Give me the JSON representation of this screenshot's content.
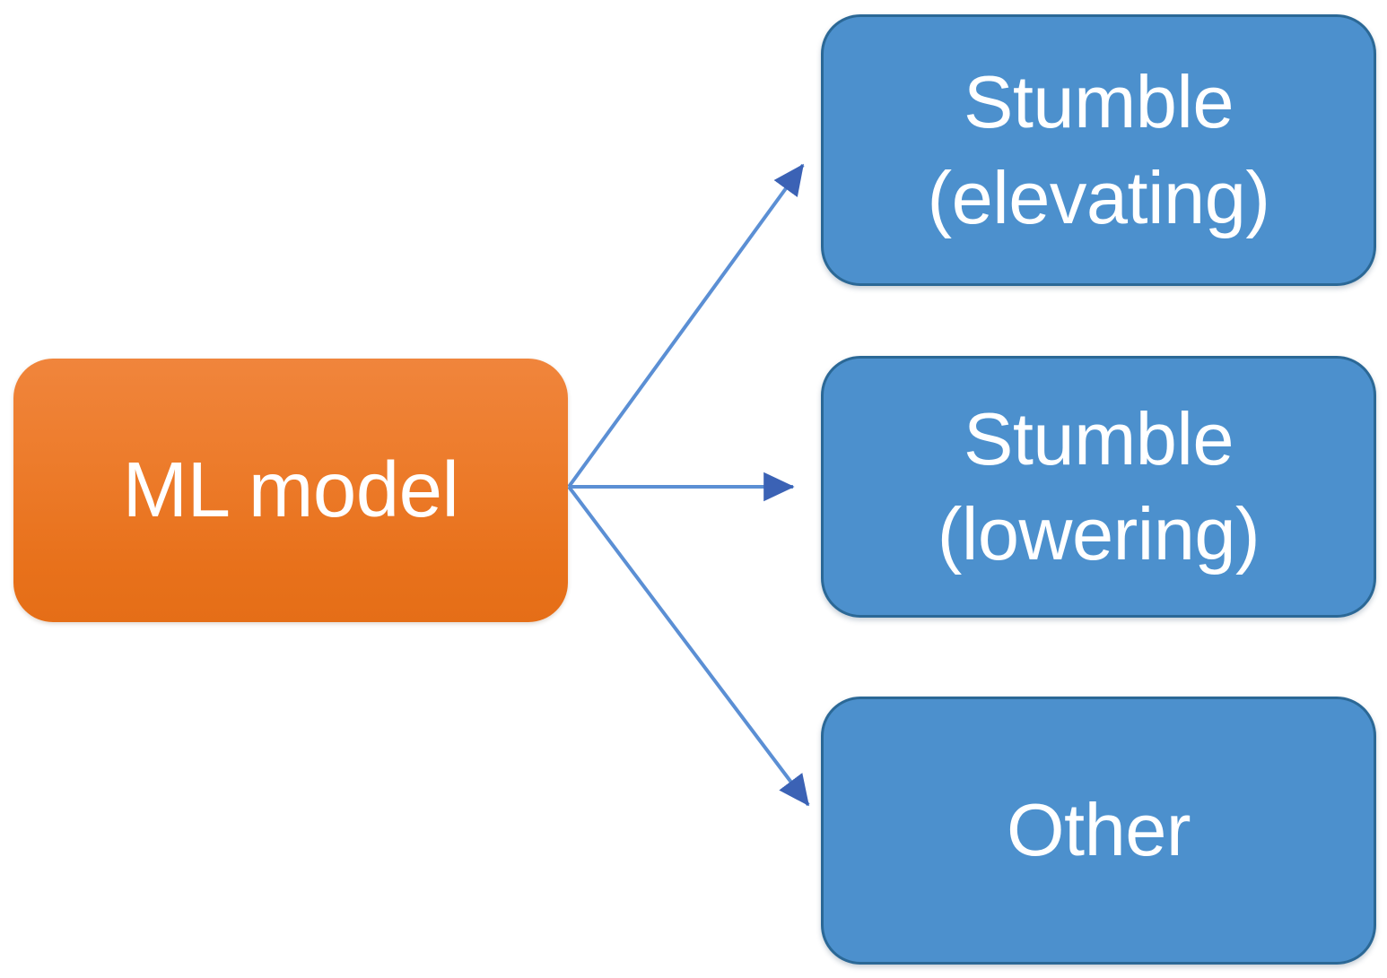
{
  "diagram": {
    "type": "flowchart",
    "orientation": "left-to-right",
    "background_color": "#FFFFFF",
    "source": {
      "id": "ml-model",
      "label": "ML model",
      "fill_color": "#ED7C2C",
      "text_color": "#FFFFFF",
      "shape": "rounded-rectangle"
    },
    "targets": [
      {
        "id": "stumble-elevating",
        "line1": "Stumble",
        "line2": "(elevating)",
        "fill_color": "#4C90CD",
        "border_color": "#2B6896",
        "text_color": "#FFFFFF",
        "shape": "rounded-rectangle"
      },
      {
        "id": "stumble-lowering",
        "line1": "Stumble",
        "line2": "(lowering)",
        "fill_color": "#4C90CD",
        "border_color": "#2B6896",
        "text_color": "#FFFFFF",
        "shape": "rounded-rectangle"
      },
      {
        "id": "other",
        "line1": "Other",
        "line2": "",
        "fill_color": "#4C90CD",
        "border_color": "#2B6896",
        "text_color": "#FFFFFF",
        "shape": "rounded-rectangle"
      }
    ],
    "edges": [
      {
        "id": "edge-to-elevating",
        "from": "ml-model",
        "to": "stumble-elevating",
        "line_color": "#5B8FD4",
        "arrowhead_color": "#3B62B5"
      },
      {
        "id": "edge-to-lowering",
        "from": "ml-model",
        "to": "stumble-lowering",
        "line_color": "#5B8FD4",
        "arrowhead_color": "#3B62B5"
      },
      {
        "id": "edge-to-other",
        "from": "ml-model",
        "to": "other",
        "line_color": "#5B8FD4",
        "arrowhead_color": "#3B62B5"
      }
    ]
  }
}
